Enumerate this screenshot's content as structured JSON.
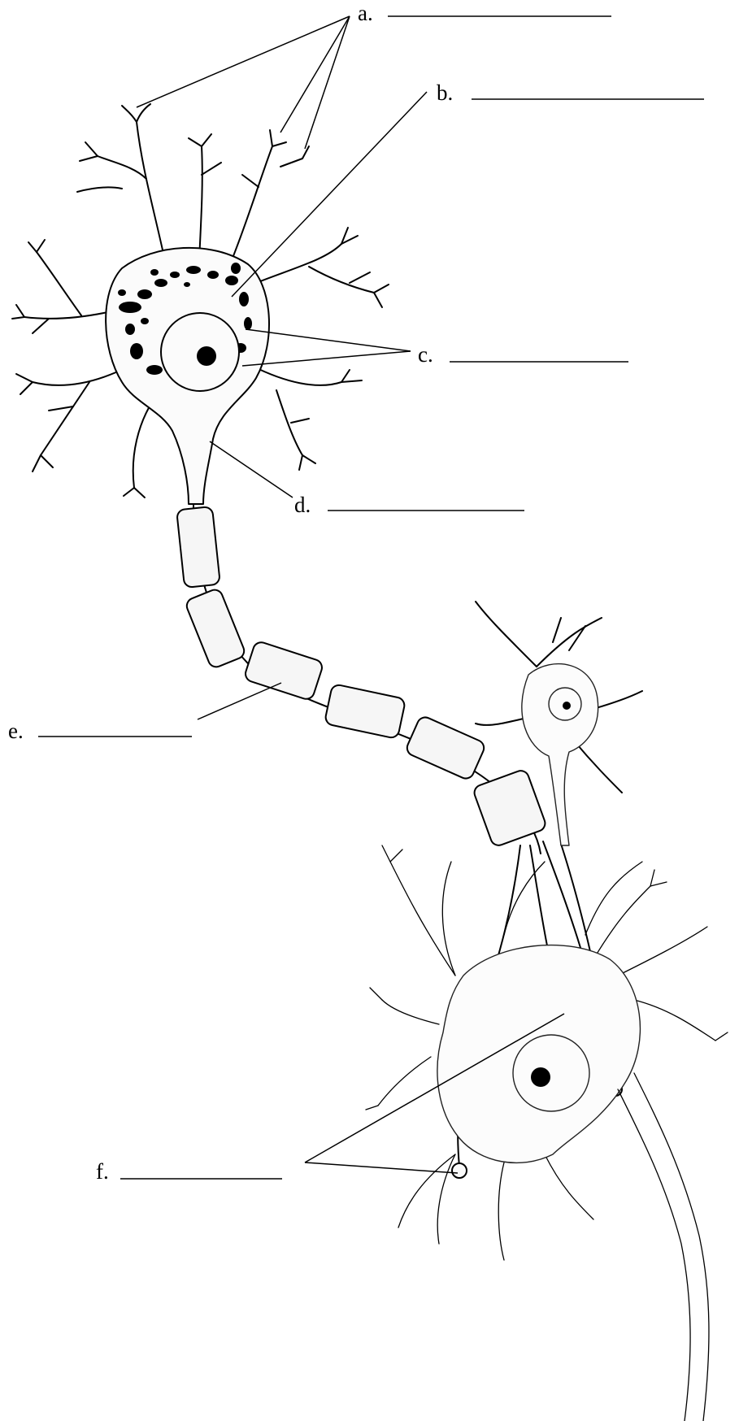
{
  "labels": [
    {
      "id": "a",
      "text": "a."
    },
    {
      "id": "b",
      "text": "b."
    },
    {
      "id": "c",
      "text": "c."
    },
    {
      "id": "d",
      "text": "d."
    },
    {
      "id": "e",
      "text": "e."
    },
    {
      "id": "f",
      "text": "f."
    }
  ]
}
